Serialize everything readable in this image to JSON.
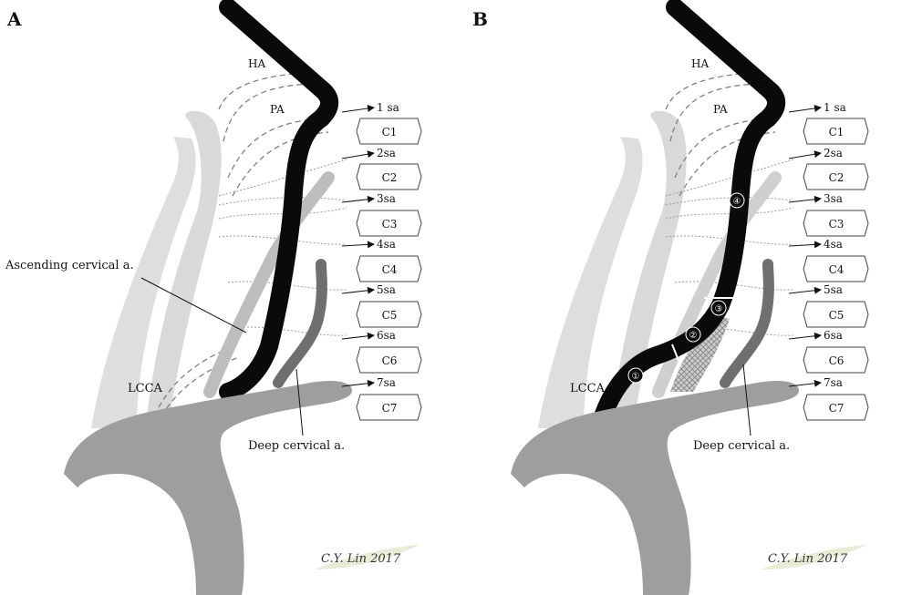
{
  "colors": {
    "vertebral_black": "#0a0a0a",
    "aorta_gray": "#9e9e9e",
    "carotid_light": "#d9d9d9",
    "deep_cervical": "#6f6f6f",
    "ascending_cervical": "#bdbdbd",
    "vessel_outline": "#777777"
  },
  "panels": [
    {
      "letter": "A",
      "labels": {
        "ha": "HA",
        "pa": "PA",
        "lcca": "LCCA",
        "ascending_cervical": "Ascending cervical a.",
        "deep_cervical": "Deep cervical a."
      },
      "segmental_arteries": [
        "1 sa",
        "2sa",
        "3sa",
        "4sa",
        "5sa",
        "6sa",
        "7sa"
      ],
      "vertebrae": [
        "C1",
        "C2",
        "C3",
        "C4",
        "C5",
        "C6",
        "C7"
      ],
      "signature": "C.Y. Lin 2017"
    },
    {
      "letter": "B",
      "labels": {
        "ha": "HA",
        "pa": "PA",
        "lcca": "LCCA",
        "deep_cervical": "Deep cervical a."
      },
      "segment_numbers": [
        "①",
        "②",
        "③",
        "④"
      ],
      "segmental_arteries": [
        "1 sa",
        "2sa",
        "3sa",
        "4sa",
        "5sa",
        "6sa",
        "7sa"
      ],
      "vertebrae": [
        "C1",
        "C2",
        "C3",
        "C4",
        "C5",
        "C6",
        "C7"
      ],
      "signature": "C.Y. Lin 2017"
    }
  ]
}
